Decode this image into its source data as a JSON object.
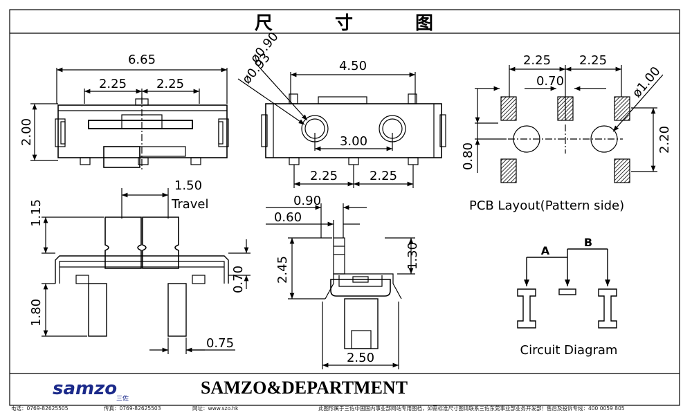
{
  "title": {
    "chars": [
      "尺",
      "寸",
      "图"
    ]
  },
  "top_view": {
    "overall": "6.65",
    "left_pitch": "2.25",
    "right_pitch": "2.25",
    "height": "2.00"
  },
  "front_view": {
    "dia_a": "ø0.90",
    "dia_b": "ø0.93",
    "width": "4.50",
    "hole_spacing": "3.00",
    "pin_left": "2.25",
    "pin_right": "2.25"
  },
  "pcb": {
    "left": "2.25",
    "right": "2.25",
    "middle": "0.70",
    "dia": "ø1.00",
    "left_height": "0.80",
    "right_height": "2.20",
    "caption": "PCB Layout(Pattern side)"
  },
  "side_view": {
    "travel_value": "1.50",
    "travel_label": "Travel",
    "top_height": "1.15",
    "body_height": "0.70",
    "pin_height": "1.80",
    "pin_width": "0.75"
  },
  "end_view": {
    "dim_a": "0.90",
    "dim_b": "0.60",
    "height_left": "2.45",
    "height_right": "1.30",
    "width": "2.50"
  },
  "circuit": {
    "label_a": "A",
    "label_b": "B",
    "caption": "Circuit Diagram"
  },
  "brand": {
    "name": "SAMZO&DEPARTMENT",
    "logo_text": "samzo",
    "logo_sub": "三佐"
  },
  "footer": {
    "phone": "电话：0769-82625505",
    "fax": "传真：0769-82625503",
    "website": "网址：www.szo.hk",
    "notice": "此图形属于三佐中国国内事业部网站专用图档，如需标准尺寸图请联系三佐东莞事业部业务开发部！售后及投诉专线：400 0059 805"
  },
  "colors": {
    "line": "#000000",
    "paper": "#ffffff"
  }
}
